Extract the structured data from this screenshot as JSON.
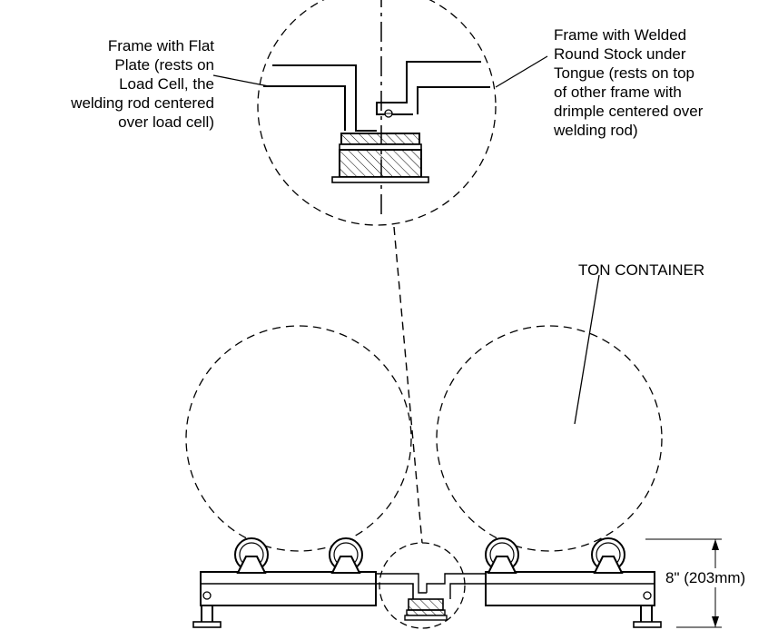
{
  "labels": {
    "flat_plate": [
      "Frame with Flat",
      "Plate (rests on",
      "Load Cell, the",
      "welding rod centered",
      "over load cell)"
    ],
    "welded_round_stock": [
      "Frame with Welded",
      "Round Stock under",
      "Tongue (rests on top",
      "of other frame with",
      "drimple centered over",
      "welding rod)"
    ],
    "ton_container": "TON CONTAINER",
    "height_dimension": "8\" (203mm)"
  },
  "colors": {
    "line": "#000000",
    "background": "#ffffff"
  }
}
